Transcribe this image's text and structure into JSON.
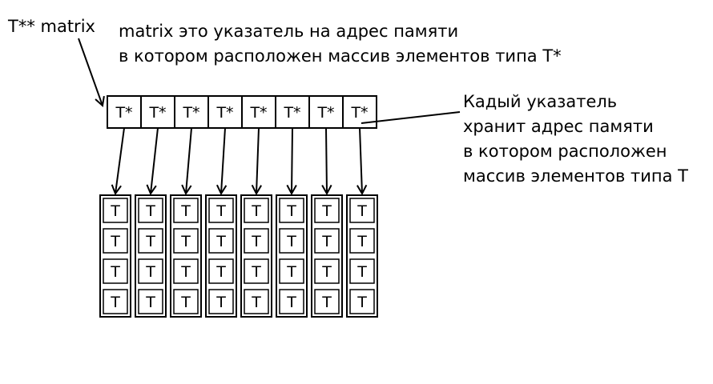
{
  "variable_label": "T** matrix",
  "description": [
    "matrix это указатель на адрес памяти",
    "в котором расположен массив элементов типа Т*"
  ],
  "pointer_note": [
    "Кадый указатель",
    "хранит адрес памяти",
    "в котором расположен",
    "массив элементов типа Т"
  ],
  "pointer_array": {
    "cell_label": "T*",
    "count": 8
  },
  "element_arrays": {
    "cell_label": "T",
    "columns": 8,
    "rows": 4
  },
  "colors": {
    "ink": "#000000",
    "background": "#ffffff"
  }
}
